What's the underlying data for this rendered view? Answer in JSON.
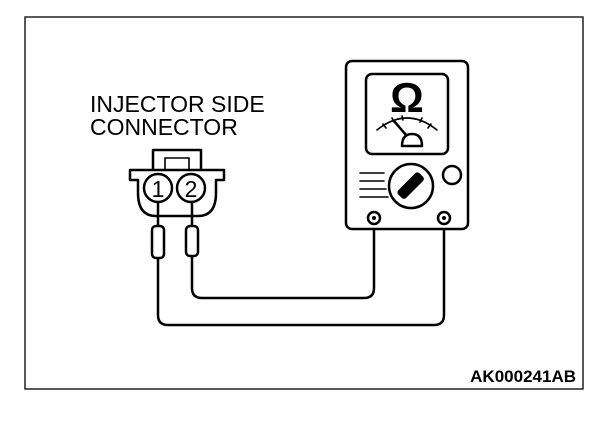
{
  "connector_label": {
    "line1": "INJECTOR SIDE",
    "line2": "CONNECTOR"
  },
  "pins": [
    {
      "number": "1"
    },
    {
      "number": "2"
    }
  ],
  "meter": {
    "symbol": "Ω",
    "icon": "ohmmeter-icon"
  },
  "figure_code": "AK000241AB",
  "colors": {
    "line": "#000000",
    "background": "#ffffff"
  }
}
